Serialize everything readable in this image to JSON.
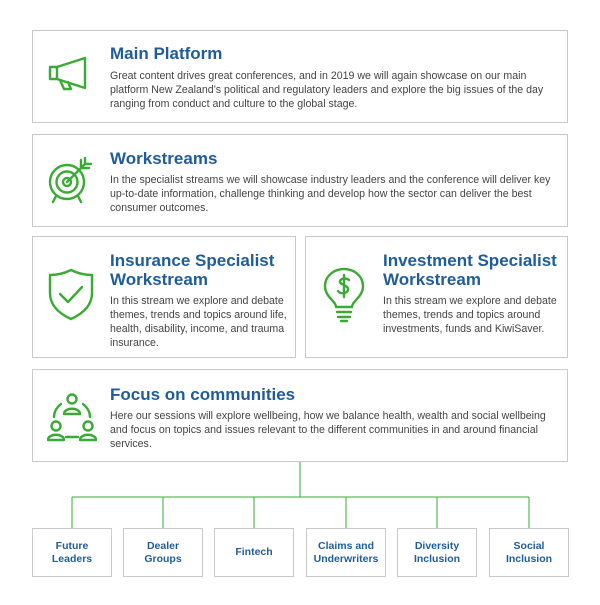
{
  "accent_color": "#3aaa35",
  "title_color": "#1f5c99",
  "cards": {
    "main": {
      "title": "Main Platform",
      "icon": "megaphone-icon",
      "text": "Great content drives great conferences, and in 2019 we will again showcase on our main platform New Zealand’s political and regulatory leaders and explore the big issues of the day ranging from conduct and culture to the global stage."
    },
    "workstreams": {
      "title": "Workstreams",
      "icon": "target-icon",
      "text": "In the specialist streams we will showcase industry leaders and the conference will deliver key up-to-date information, challenge thinking and develop how the sector can deliver the best consumer outcomes."
    },
    "insurance": {
      "title": "Insurance Specialist Workstream",
      "icon": "shield-check-icon",
      "text": "In this stream we explore and debate themes, trends and topics around life, health, disability, income, and trauma insurance."
    },
    "investment": {
      "title": "Investment Specialist Workstream",
      "icon": "lightbulb-dollar-icon",
      "text": "In this stream we explore and debate themes, trends and topics around investments, funds and KiwiSaver."
    },
    "focus": {
      "title": "Focus on communities",
      "icon": "community-people-icon",
      "text": "Here our sessions will explore wellbeing, how we balance health, wealth and social wellbeing and focus on topics and issues relevant to the different communities in and around financial services."
    }
  },
  "communities": [
    "Future Leaders",
    "Dealer Groups",
    "Fintech",
    "Claims and Underwriters",
    "Diversity Inclusion",
    "Social Inclusion"
  ]
}
